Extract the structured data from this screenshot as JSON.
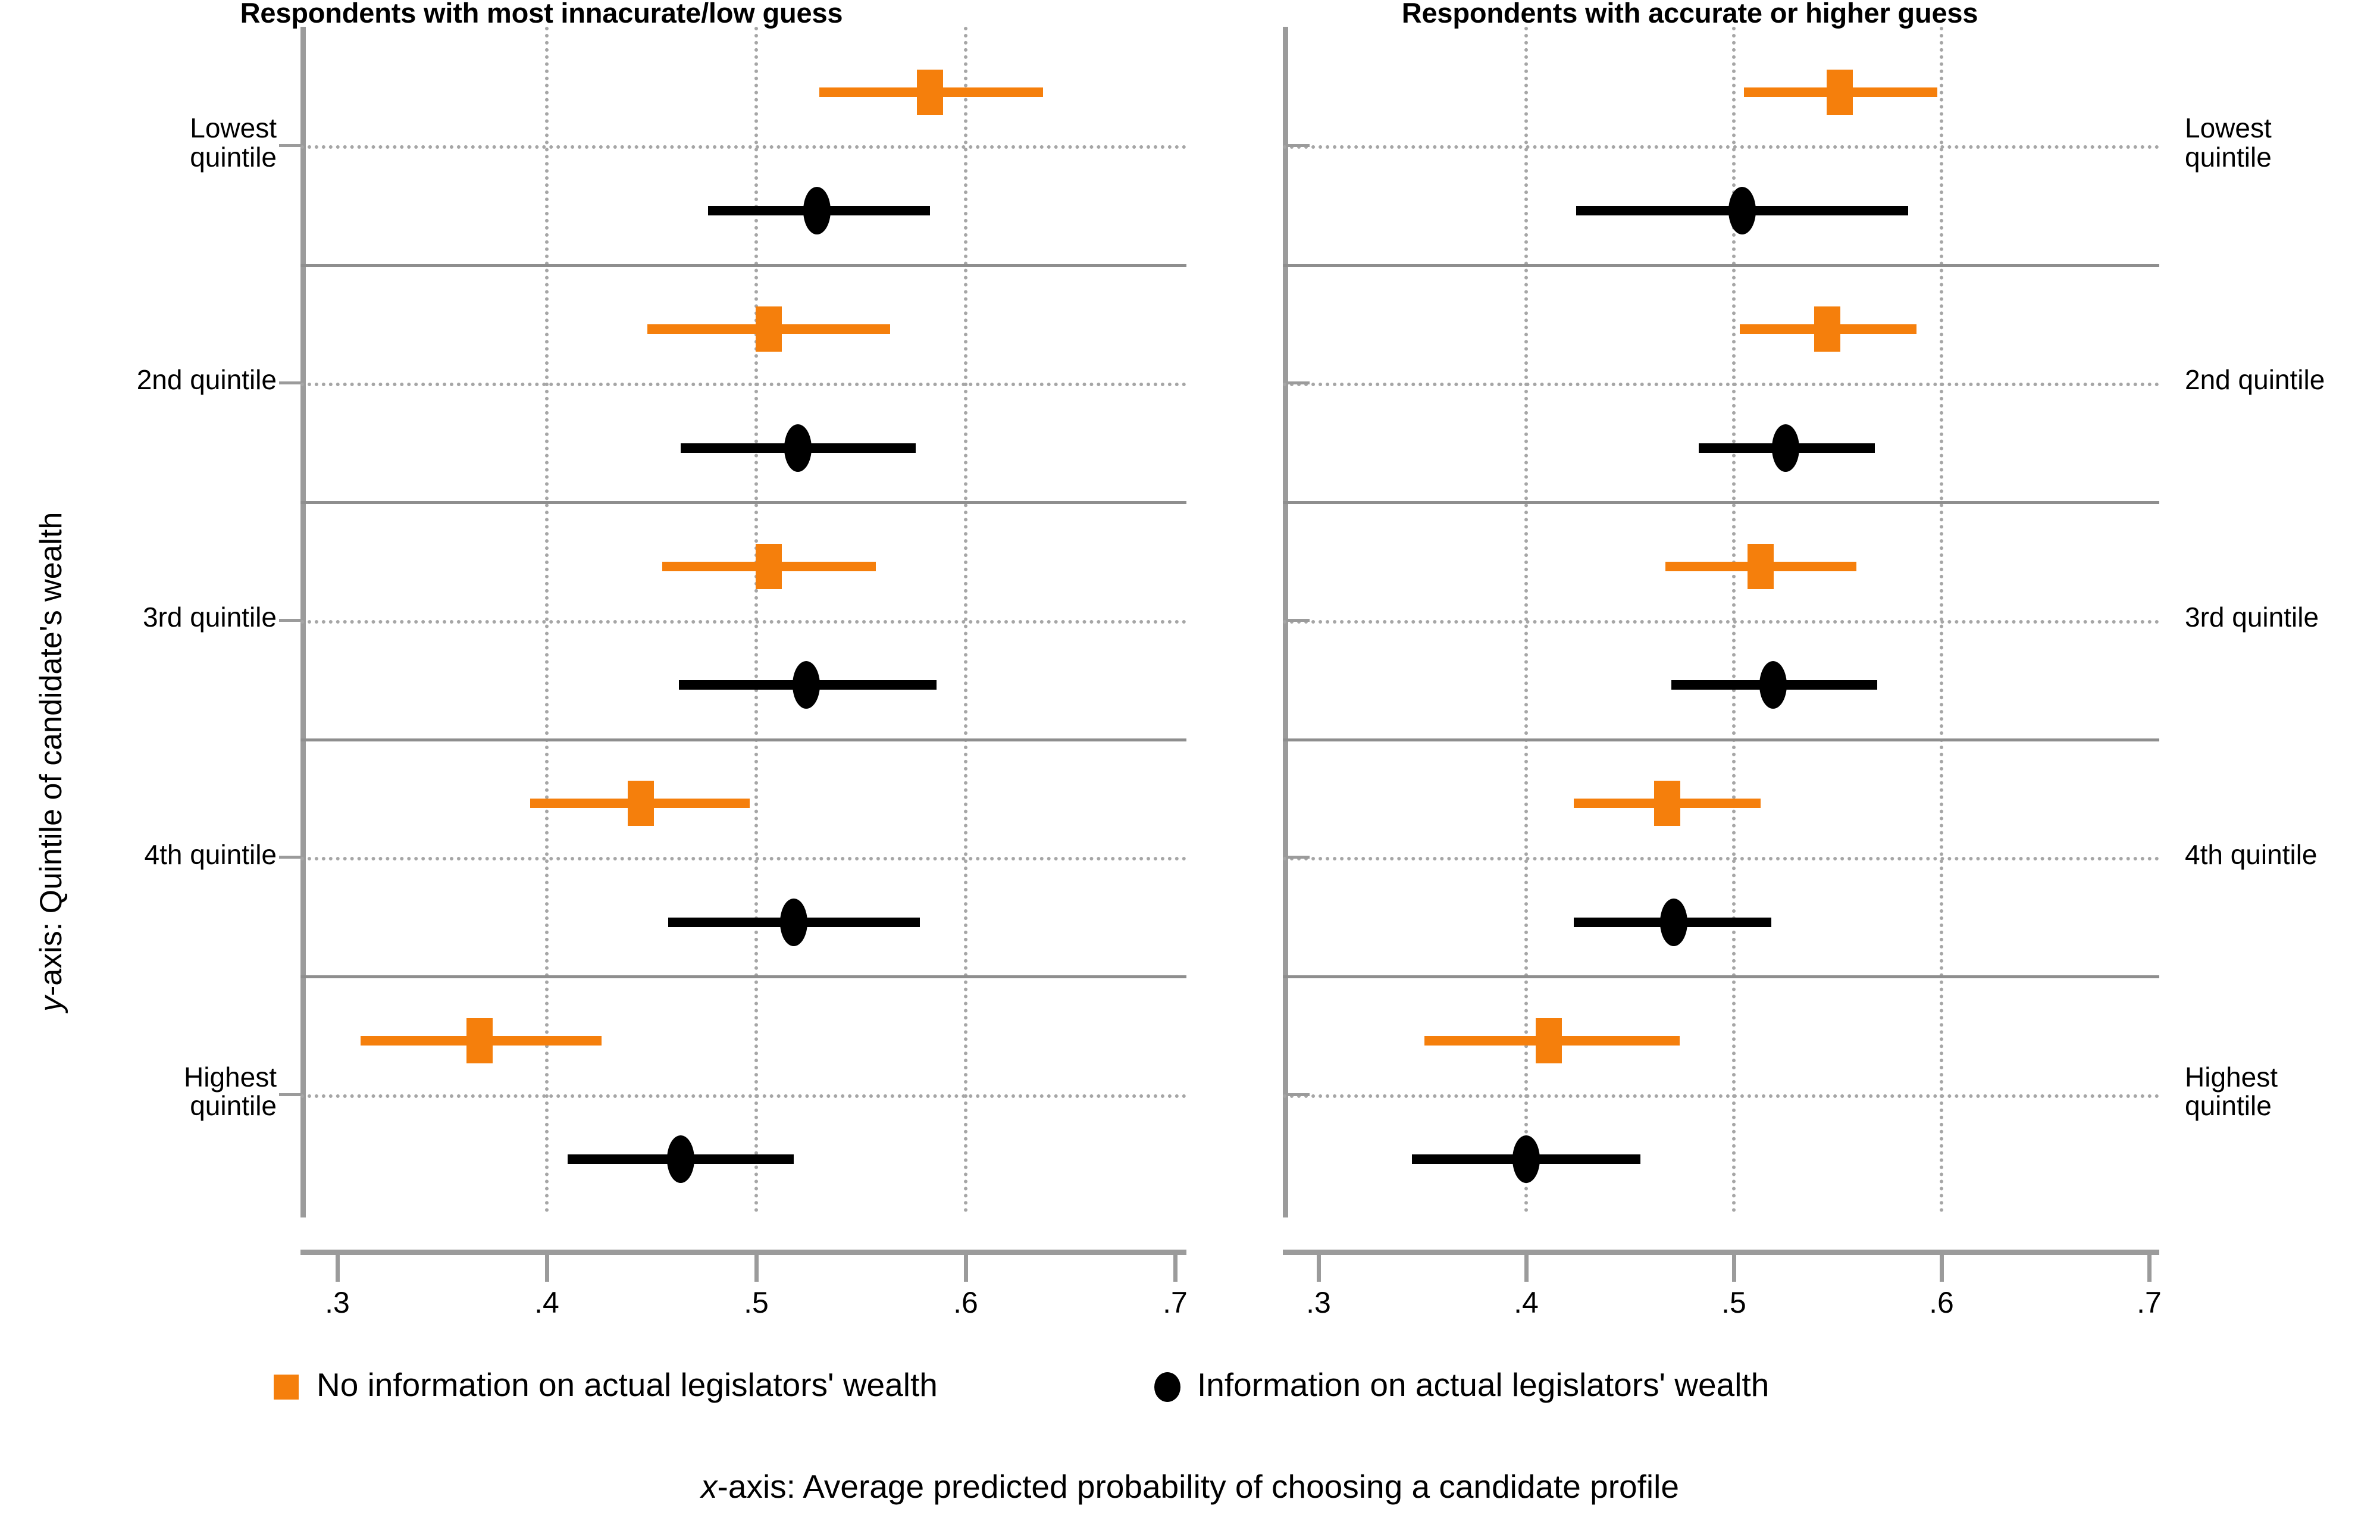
{
  "panels": [
    {
      "title": "Respondents with most innacurate/low guess"
    },
    {
      "title": "Respondents with accurate or higher guess"
    }
  ],
  "axes": {
    "y_title_prefix": "y",
    "y_title_rest": "-axis: Quintile of candidate's wealth",
    "x_title_prefix": "x",
    "x_title_rest": "-axis: Average predicted probability of choosing a candidate profile",
    "xticklabels": [
      ".3",
      ".4",
      ".5",
      ".6",
      ".7"
    ],
    "xtickvalues": [
      0.3,
      0.4,
      0.5,
      0.6,
      0.7
    ],
    "categories": [
      "Lowest\nquintile",
      "2nd quintile",
      "3rd quintile",
      "4th quintile",
      "Highest\nquintile"
    ]
  },
  "legend": {
    "items": [
      {
        "key": "square-marker",
        "color": "#F57F0C",
        "label": "No information on actual legislators' wealth"
      },
      {
        "key": "circle-marker",
        "color": "#000000",
        "label": "Information on actual legislators' wealth"
      }
    ]
  },
  "chart_data": {
    "type": "scatter",
    "title": "",
    "xlabel": "x-axis: Average predicted probability of choosing a candidate profile",
    "ylabel": "y-axis: Quintile of candidate's wealth",
    "xlim": [
      0.3,
      0.7
    ],
    "xticks": [
      0.3,
      0.4,
      0.5,
      0.6,
      0.7
    ],
    "grid": "vertical dotted at .4 .5 .6 plus horizontal dotted separators within each quintile band",
    "legend_position": "bottom",
    "categories": [
      "Lowest quintile",
      "2nd quintile",
      "3rd quintile",
      "4th quintile",
      "Highest quintile"
    ],
    "panels": [
      {
        "name": "Respondents with most innacurate/low guess",
        "series": [
          {
            "name": "No information on actual legislators' wealth",
            "marker": "square",
            "color": "#F57F0C",
            "values": [
              0.583,
              0.506,
              0.506,
              0.445,
              0.368
            ],
            "ci_low": [
              0.53,
              0.448,
              0.455,
              0.392,
              0.311
            ],
            "ci_high": [
              0.637,
              0.564,
              0.557,
              0.497,
              0.426
            ]
          },
          {
            "name": "Information on actual legislators' wealth",
            "marker": "circle",
            "color": "#000000",
            "values": [
              0.529,
              0.52,
              0.524,
              0.518,
              0.464
            ],
            "ci_low": [
              0.477,
              0.464,
              0.463,
              0.458,
              0.41
            ],
            "ci_high": [
              0.583,
              0.576,
              0.586,
              0.578,
              0.518
            ]
          }
        ]
      },
      {
        "name": "Respondents with accurate or higher guess",
        "series": [
          {
            "name": "No information on actual legislators' wealth",
            "marker": "square",
            "color": "#F57F0C",
            "values": [
              0.551,
              0.545,
              0.513,
              0.468,
              0.411
            ],
            "ci_low": [
              0.505,
              0.503,
              0.467,
              0.423,
              0.351
            ],
            "ci_high": [
              0.598,
              0.588,
              0.559,
              0.513,
              0.474
            ]
          },
          {
            "name": "Information on actual legislators' wealth",
            "marker": "circle",
            "color": "#000000",
            "values": [
              0.504,
              0.525,
              0.519,
              0.471,
              0.4
            ],
            "ci_low": [
              0.424,
              0.483,
              0.47,
              0.423,
              0.345
            ],
            "ci_high": [
              0.584,
              0.568,
              0.569,
              0.518,
              0.455
            ]
          }
        ]
      }
    ]
  },
  "colors": {
    "orange": "#F57F0C",
    "black": "#000000",
    "axis_gray": "#9b9b9b",
    "grid_gray": "#a6a6a6"
  }
}
